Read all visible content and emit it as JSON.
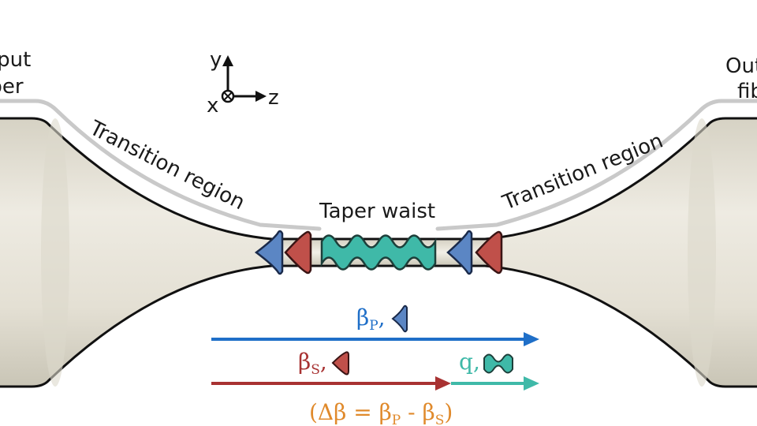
{
  "labels": {
    "input_fiber_line1": "Input",
    "input_fiber_line2": "fiber",
    "output_fiber_line1": "Output",
    "output_fiber_line2": "fiber",
    "transition_left": "Transition region",
    "transition_right": "Transition region",
    "taper_waist": "Taper waist"
  },
  "axes": {
    "y": "y",
    "z": "z",
    "x": "x"
  },
  "arrows": {
    "pump": {
      "symbol": "β",
      "subscript": "P",
      "suffix": ",",
      "color": "#1f6fc8"
    },
    "stokes": {
      "symbol": "β",
      "subscript": "S",
      "suffix": ",",
      "color": "#a83232"
    },
    "acoustic": {
      "symbol": "q",
      "suffix": ",",
      "color": "#3fb9a8"
    }
  },
  "equation": {
    "open": "(Δβ = β",
    "sub_p": "P",
    "middle": " - β",
    "sub_s": "S",
    "close": ")",
    "color": "#e08a2c"
  },
  "colors": {
    "fiber_fill": "#e6e3d8",
    "fiber_shade": "#cfcbbd",
    "pump_wave": "#5b86c4",
    "stokes_wave": "#c0504a",
    "acoustic_wave": "#3fb9a8"
  }
}
